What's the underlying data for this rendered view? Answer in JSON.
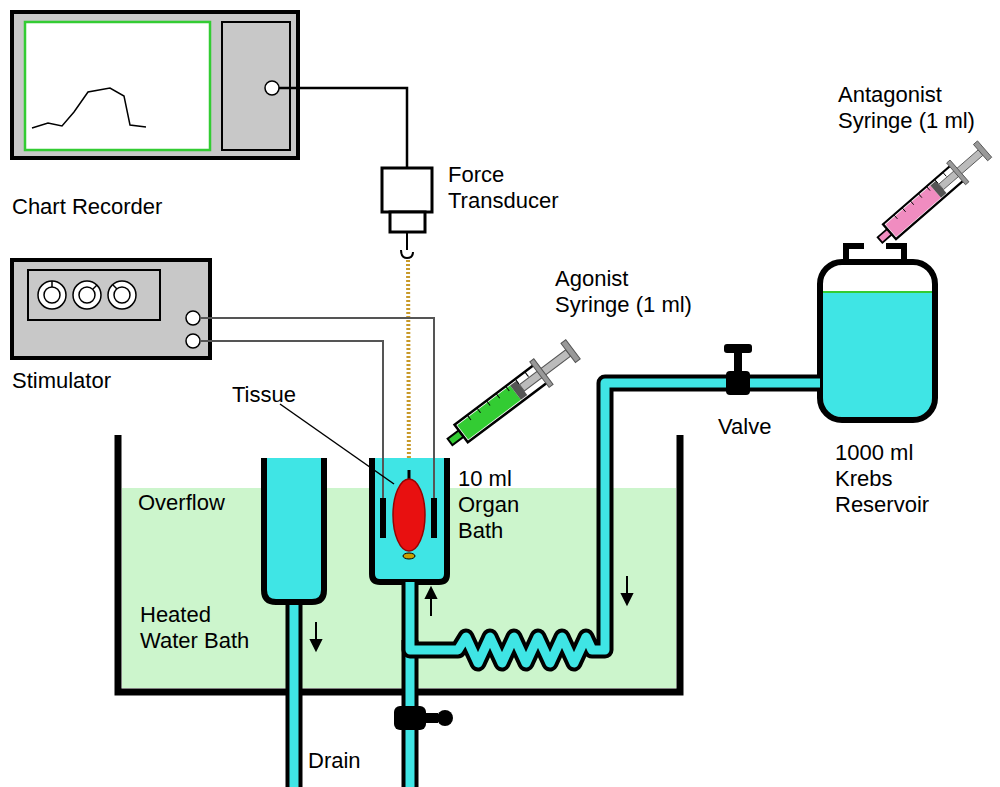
{
  "diagram": {
    "nodes": [
      {
        "text": [
          "Chart Recorder"
        ]
      },
      {
        "text": [
          "Force Transducer"
        ]
      },
      {
        "text": [
          "Stimulator"
        ]
      },
      {
        "text": [
          "Heated Water Bath"
        ]
      },
      {
        "text": [
          "10 ml Organ Bath"
        ],
        "in": 3
      },
      {
        "text": [
          "1000 ml Krebs Reservoir"
        ]
      }
    ],
    "edges": [
      {
        "from": 0,
        "to": 1,
        "arrow": "none"
      },
      {
        "from": 2,
        "to": 4,
        "arrow": "none"
      },
      {
        "from": 5,
        "to": 4,
        "arrow": "none"
      }
    ],
    "labels": [
      "Tissue",
      "Agonist Syringe (1 ml)",
      "Antagonist Syringe (1 ml)",
      "Valve",
      "Overflow",
      "Drain"
    ]
  }
}
